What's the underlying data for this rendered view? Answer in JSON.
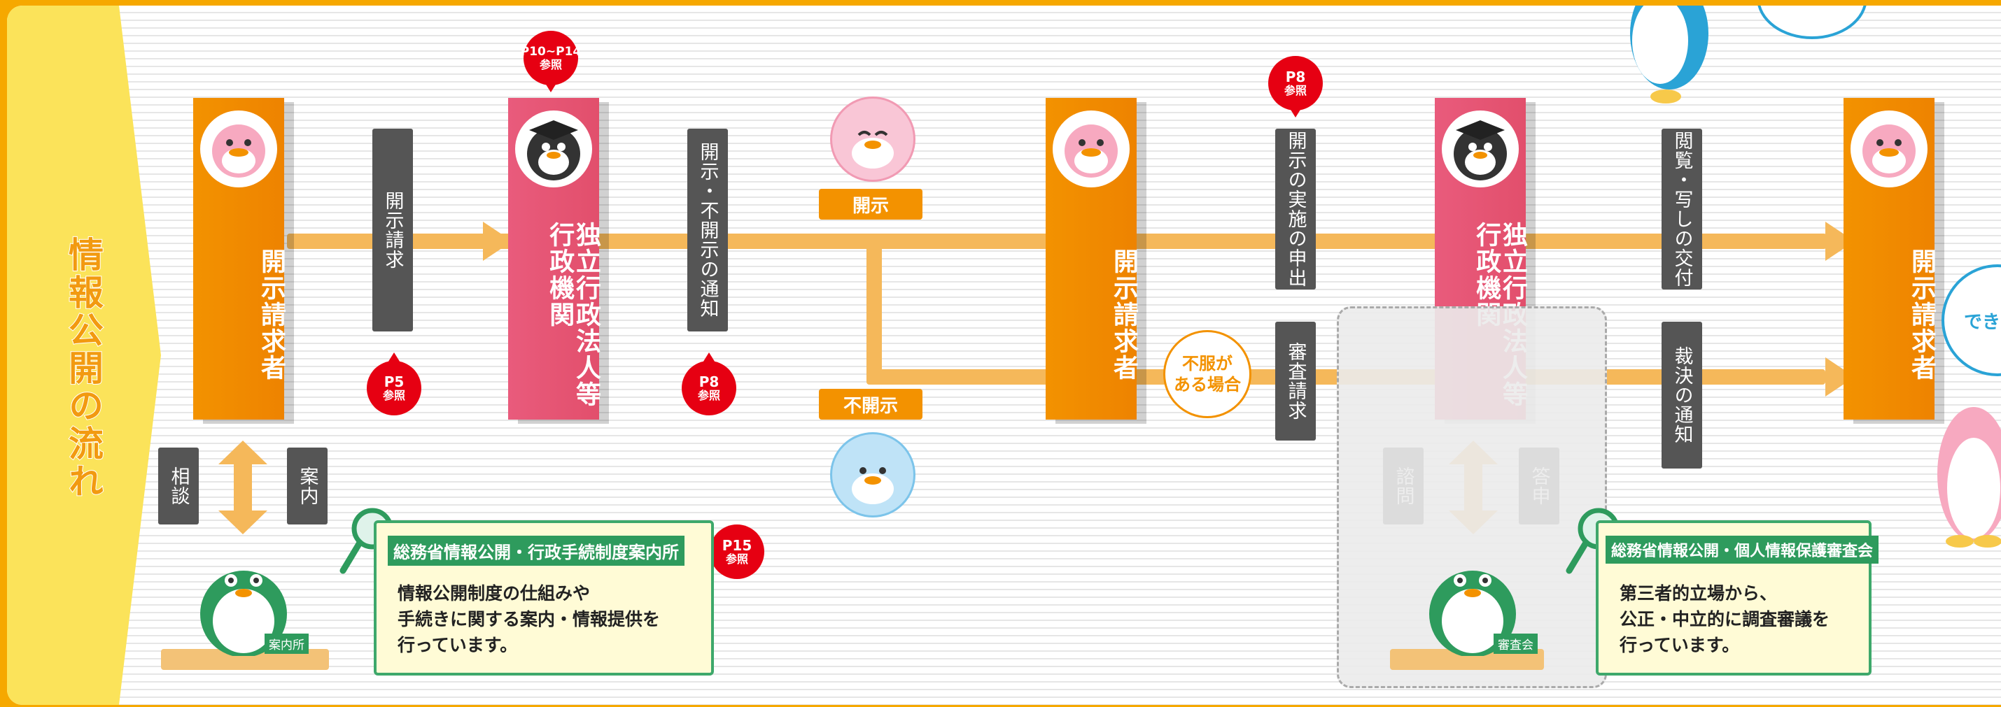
{
  "sidebar": {
    "title": "情報公開の流れ"
  },
  "pillars": {
    "requester_1": "開示請求者",
    "agency_1": "独立行政法人等\n行政機関",
    "requester_2": "開示請求者",
    "agency_2": "独立行政法人等\n行政機関",
    "requester_3": "開示請求者"
  },
  "steps": {
    "request": "開示請求",
    "notice": "開示・不開示の通知",
    "implement": "開示の実施の申出",
    "review": "審査請求",
    "inspect": "閲覧・写しの交付",
    "ruling": "裁決の通知",
    "consult": "相談",
    "guide": "案内",
    "inquiry": "諮問",
    "report": "答申"
  },
  "tags": {
    "disclose": "開示",
    "nondisclose": "不開示",
    "objection": "不服が\nある場合"
  },
  "badges": {
    "b1": {
      "page": "P10~P14",
      "ref": "参照"
    },
    "b2": {
      "page": "P5",
      "ref": "参照"
    },
    "b3": {
      "page": "P8",
      "ref": "参照"
    },
    "b4": {
      "page": "P8",
      "ref": "参照"
    },
    "b5": {
      "page": "P15",
      "ref": "参照"
    }
  },
  "info1": {
    "title": "総務省情報公開・行政手続制度案内所",
    "body": "情報公開制度の仕組みや\n手続きに関する案内・情報提供を\n行っています。",
    "desk_tag": "案内所"
  },
  "info2": {
    "title": "総務省情報公開・個人情報保護審査会",
    "body": "第三者的立場から、\n公正・中立的に調査審議を\n行っています。",
    "desk_tag": "審査会"
  },
  "bubble": {
    "text": "できた"
  },
  "colors": {
    "orange": "#f39200",
    "pink": "#e95b7c",
    "green": "#2e9b5d",
    "red": "#e60012",
    "gray": "#555555",
    "yellow": "#fbe35a"
  }
}
